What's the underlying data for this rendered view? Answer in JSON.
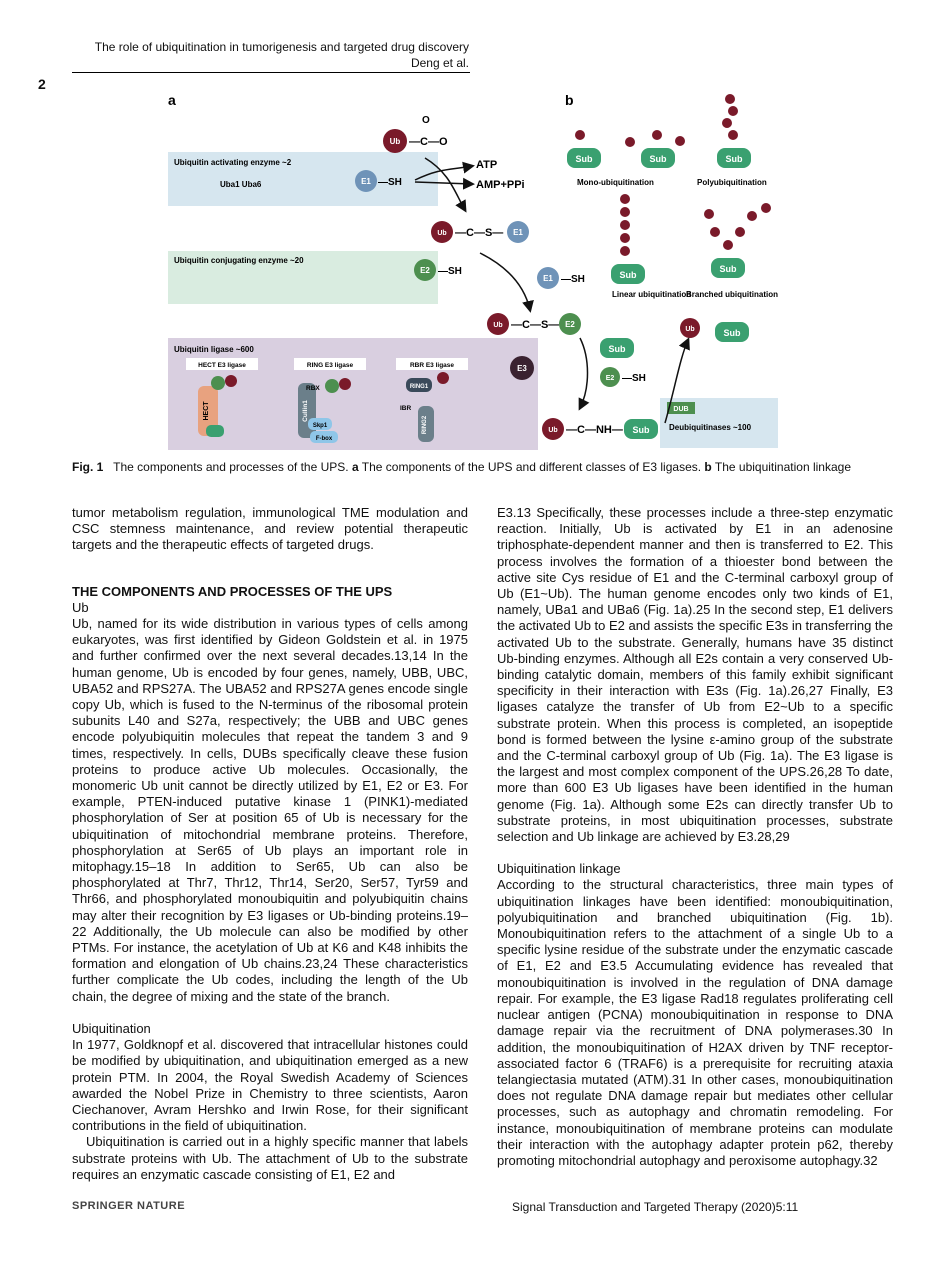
{
  "header": {
    "title": "The role of ubiquitination in tumorigenesis and targeted drug discovery",
    "authors": "Deng et al.",
    "page_number": "2"
  },
  "figure": {
    "panel_a": "a",
    "panel_b": "b",
    "ub": "Ub",
    "sub": "Sub",
    "e1": "E1",
    "e2": "E2",
    "e3": "E3",
    "dub": "DUB",
    "sh": "—SH",
    "atp": "ATP",
    "amp": "AMP+PPi",
    "activating": "Ubiquitin activating enzyme   ~2",
    "uba": "Uba1   Uba6",
    "conjugating": "Ubiquitin conjugating enzyme   ~20",
    "ligase": "Ubiquitin ligase   ~600",
    "hect_box": "HECT E3 ligase",
    "ring_box": "RING E3 ligase",
    "rbr_box": "RBR E3 ligase",
    "hect": "HECT",
    "cullin": "Cullin1",
    "rbx": "RBX",
    "skp1": "Skp1",
    "fbox": "F-box",
    "ring1": "RING1",
    "ibr": "IBR",
    "ring2": "RING2",
    "nh": "—C—NH—",
    "mono": "Mono-ubiquitination",
    "poly": "Polyubiquitination",
    "linear": "Linear ubiquitination",
    "branched": "Branched ubiquitination",
    "deub": "Deubiquitinases ~100",
    "carboxyl": "—C—O",
    "thioester": "—C—S—"
  },
  "caption": {
    "label": "Fig. 1",
    "text_1": "The components and processes of the UPS.",
    "a": "a",
    "text_2": "The components of the UPS and different classes of E3 ligases.",
    "b": "b",
    "text_3": "The ubiquitination linkage"
  },
  "left_column": {
    "intro": "tumor metabolism regulation, immunological TME modulation and CSC stemness maintenance, and review potential therapeutic targets and the therapeutic effects of targeted drugs.",
    "section_heading": "THE COMPONENTS AND PROCESSES OF THE UPS",
    "sub_ub": "Ub",
    "ub_para": "Ub, named for its wide distribution in various types of cells among eukaryotes, was first identified by Gideon Goldstein et al. in 1975 and further confirmed over the next several decades.13,14 In the human genome, Ub is encoded by four genes, namely, UBB, UBC, UBA52 and RPS27A. The UBA52 and RPS27A genes encode single copy Ub, which is fused to the N-terminus of the ribosomal protein subunits L40 and S27a, respectively; the UBB and UBC genes encode polyubiquitin molecules that repeat the tandem 3 and 9 times, respectively. In cells, DUBs specifically cleave these fusion proteins to produce active Ub molecules. Occasionally, the monomeric Ub unit cannot be directly utilized by E1, E2 or E3. For example, PTEN-induced putative kinase 1 (PINK1)-mediated phosphorylation of Ser at position 65 of Ub is necessary for the ubiquitination of mitochondrial membrane proteins. Therefore, phosphorylation at Ser65 of Ub plays an important role in mitophagy.15–18 In addition to Ser65, Ub can also be phosphorylated at Thr7, Thr12, Thr14, Ser20, Ser57, Tyr59 and Thr66, and phosphorylated monoubiquitin and polyubiquitin chains may alter their recognition by E3 ligases or Ub-binding proteins.19–22 Additionally, the Ub molecule can also be modified by other PTMs. For instance, the acetylation of Ub at K6 and K48 inhibits the formation and elongation of Ub chains.23,24 These characteristics further complicate the Ub codes, including the length of the Ub chain, the degree of mixing and the state of the branch.",
    "sub_ubiquitination": "Ubiquitination",
    "ubiq_para_1": "In 1977, Goldknopf et al. discovered that intracellular histones could be modified by ubiquitination, and ubiquitination emerged as a new protein PTM. In 2004, the Royal Swedish Academy of Sciences awarded the Nobel Prize in Chemistry to three scientists, Aaron Ciechanover, Avram Hershko and Irwin Rose, for their significant contributions in the field of ubiquitination.",
    "ubiq_para_2": "Ubiquitination is carried out in a highly specific manner that labels substrate proteins with Ub. The attachment of Ub to the substrate requires an enzymatic cascade consisting of E1, E2 and"
  },
  "right_column": {
    "para_1": "E3.13 Specifically, these processes include a three-step enzymatic reaction. Initially, Ub is activated by E1 in an adenosine triphosphate-dependent manner and then is transferred to E2. This process involves the formation of a thioester bond between the active site Cys residue of E1 and the C-terminal carboxyl group of Ub (E1~Ub). The human genome encodes only two kinds of E1, namely, UBa1 and UBa6 (Fig. 1a).25 In the second step, E1 delivers the activated Ub to E2 and assists the specific E3s in transferring the activated Ub to the substrate. Generally, humans have 35 distinct Ub-binding enzymes. Although all E2s contain a very conserved Ub-binding catalytic domain, members of this family exhibit significant specificity in their interaction with E3s (Fig. 1a).26,27 Finally, E3 ligases catalyze the transfer of Ub from E2~Ub to a specific substrate protein. When this process is completed, an isopeptide bond is formed between the lysine ε-amino group of the substrate and the C-terminal carboxyl group of Ub (Fig. 1a). The E3 ligase is the largest and most complex component of the UPS.26,28 To date, more than 600 E3 Ub ligases have been identified in the human genome (Fig. 1a). Although some E2s can directly transfer Ub to substrate proteins, in most ubiquitination processes, substrate selection and Ub linkage are achieved by E3.28,29",
    "sub_linkage": "Ubiquitination linkage",
    "para_2": "According to the structural characteristics, three main types of ubiquitination linkages have been identified: monoubiquitination, polyubiquitination and branched ubiquitination (Fig. 1b). Monoubiquitination refers to the attachment of a single Ub to a specific lysine residue of the substrate under the enzymatic cascade of E1, E2 and E3.5 Accumulating evidence has revealed that monoubiquitination is involved in the regulation of DNA damage repair. For example, the E3 ligase Rad18 regulates proliferating cell nuclear antigen (PCNA) monoubiquitination in response to DNA damage repair via the recruitment of DNA polymerases.30 In addition, the monoubiquitination of H2AX driven by TNF receptor-associated factor 6 (TRAF6) is a prerequisite for recruiting ataxia telangiectasia mutated (ATM).31 In other cases, monoubiquitination does not regulate DNA damage repair but mediates other cellular processes, such as autophagy and chromatin remodeling. For instance, monoubiquitination of membrane proteins can modulate their interaction with the autophagy adapter protein p62, thereby promoting mitochondrial autophagy and peroxisome autophagy.32"
  },
  "footer": {
    "publisher": "SPRINGER NATURE",
    "journal": "Signal Transduction and Targeted Therapy (2020)5:11"
  },
  "colors": {
    "ub": "#7a1a2a",
    "sub": "#3aa070",
    "e1": "#6f93b8",
    "e2": "#4d8f4f",
    "activating_bg": "#d6e6ef",
    "conjugating_bg": "#d9ece0",
    "ligase_bg": "#d9cfe0",
    "dub_bg": "#d6e6ef"
  }
}
